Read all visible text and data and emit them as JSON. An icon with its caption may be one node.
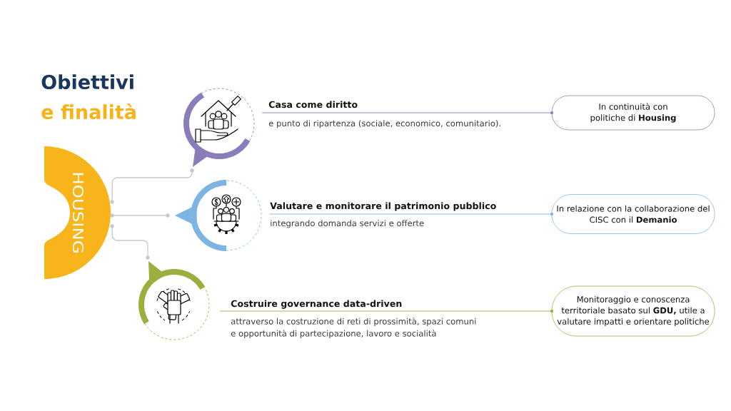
{
  "diagram": {
    "title": "Obiettivi e finalità",
    "nodes": [
      {
        "text": [
          "HOUSING"
        ]
      },
      {
        "text": [],
        "shape": "circle",
        "beside": [
          "Casa come diritto",
          "e punto di ripartenza (sociale, economico, comunitario)."
        ]
      },
      {
        "text": [
          "In continuità con politiche di **Housing**"
        ]
      },
      {
        "text": [],
        "shape": "circle",
        "beside": [
          "Valutare e monitorare il patrimonio pubblico",
          "integrando domanda servizi e offerte"
        ]
      },
      {
        "text": [
          "In relazione con la collaborazione del CISC con il **Demanio**"
        ]
      },
      {
        "text": [],
        "shape": "circle",
        "beside": [
          "Costruire governance data-driven",
          "attraverso la costruzione di reti di prossimità, spazi comuni e opportunità di partecipazione, lavoro e socialità"
        ]
      },
      {
        "text": [
          "Monitoraggio e conoscenza territoriale basato sul **GDU,** utile a valutare impatti e orientare politiche"
        ]
      }
    ],
    "edges": [
      {
        "from": 0,
        "to": 1,
        "arrow": "none",
        "color": "#c8c8c8"
      },
      {
        "from": 0,
        "to": 3,
        "arrow": "none",
        "color": "#c8c8c8"
      },
      {
        "from": 0,
        "to": 5,
        "arrow": "none",
        "color": "#c8c8c8"
      },
      {
        "from": 1,
        "to": 2,
        "arrow": "none",
        "color": "#8b7db9"
      },
      {
        "from": 3,
        "to": 4,
        "arrow": "none",
        "color": "#7db4e2"
      },
      {
        "from": 5,
        "to": 6,
        "arrow": "none",
        "color": "#9baf3e"
      }
    ]
  }
}
